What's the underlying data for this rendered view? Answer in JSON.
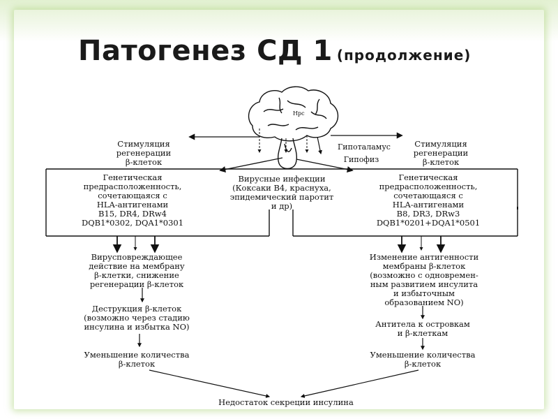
{
  "slide": {
    "title_main": "Патогенез СД 1",
    "title_sub": "(продолжение)"
  },
  "diagram": {
    "brain_label": "Hpc",
    "hypothalamus": "Гипоталамус",
    "pituitary": "Гипофиз",
    "stim_left": "Стимуляция\nрегенерации\nβ-клеток",
    "stim_right": "Стимуляция\nрегенерации\nβ-клеток",
    "genetic_left": "Генетическая\nпредрасположенность,\nсочетающаяся с\nHLA-антигенами\nB15, DR4, DRw4\nDQB1*0302, DQA1*0301",
    "viral": "Вирусные инфекции\n(Коксаки B4, краснуха,\nэпидемический паротит\nи др)",
    "genetic_right": "Генетическая\nпредрасположенность,\nсочетающаяся с\nHLA-антигенами\nB8, DR3, DRw3\nDQB1*0201+DQA1*0501",
    "virus_damage": "Вирусповреждающее\nдействие на мембрану\nβ-клетки, снижение\nрегенерации β-клеток",
    "destruction": "Деструкция β-клеток\n(возможно через стадию\nинсулина и избытка NO)",
    "decrease_left": "Уменьшение количества\nβ-клеток",
    "antigen_change": "Изменение антигенности\nмембраны β-клеток\n(возможно с одновремен-\nным развитием инсулита\nи избыточным\nобразованием NO)",
    "antibodies": "Антитела к островкам\nи β-клеткам",
    "decrease_right": "Уменьшение количества\nβ-клеток",
    "deficiency": "Недостаток секреции инсулина"
  },
  "colors": {
    "band": "#e3f1d2",
    "glow": "#aad278",
    "ink": "#111111"
  }
}
